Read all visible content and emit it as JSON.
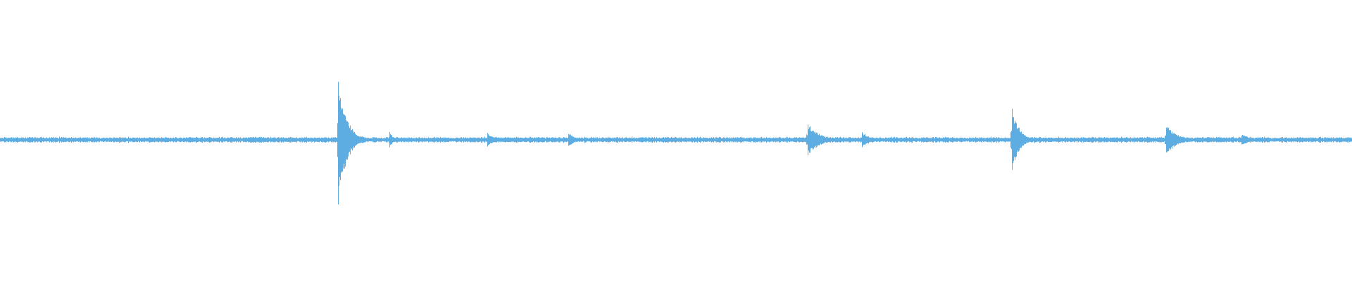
{
  "waveform": {
    "color": "#5DADE2",
    "background": "#ffffff",
    "baseline_amplitude": 0.05,
    "transients": [
      {
        "position": 0.25,
        "amplitude": 1.0,
        "decay": 0.006
      },
      {
        "position": 0.288,
        "amplitude": 0.16,
        "decay": 0.002
      },
      {
        "position": 0.36,
        "amplitude": 0.12,
        "decay": 0.006
      },
      {
        "position": 0.42,
        "amplitude": 0.13,
        "decay": 0.004
      },
      {
        "position": 0.597,
        "amplitude": 0.28,
        "decay": 0.008
      },
      {
        "position": 0.637,
        "amplitude": 0.14,
        "decay": 0.006
      },
      {
        "position": 0.748,
        "amplitude": 0.58,
        "decay": 0.005
      },
      {
        "position": 0.862,
        "amplitude": 0.24,
        "decay": 0.008
      },
      {
        "position": 0.918,
        "amplitude": 0.1,
        "decay": 0.006
      }
    ]
  }
}
